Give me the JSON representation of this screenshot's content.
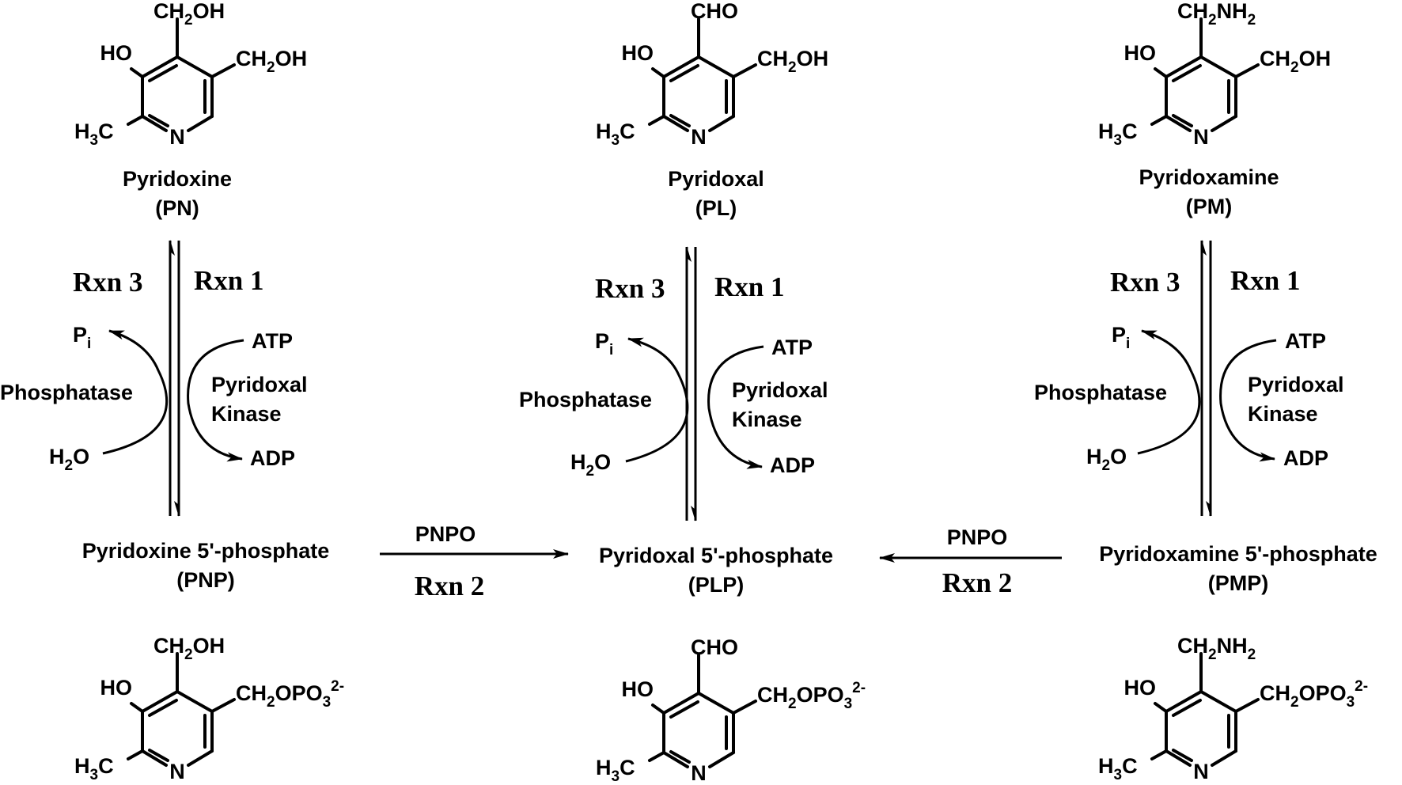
{
  "colors": {
    "ink": "#000000",
    "background": "#ffffff"
  },
  "atoms": {
    "ring_n": "N",
    "hydroxyl": "HO"
  },
  "groups": {
    "ch2oh": {
      "base": "CH",
      "sub": "2",
      "tail": "OH"
    },
    "cho": "CHO",
    "ch2nh2": {
      "base": "CH",
      "sub": "2",
      "tail": "NH",
      "tail_sub": "2"
    },
    "ch3": {
      "base": "H",
      "sub": "3",
      "tail": "C"
    },
    "ch2opo3": {
      "base": "CH",
      "sub": "2",
      "tail": "OPO",
      "tail_sub": "3",
      "sup": "2-"
    }
  },
  "compounds": {
    "pn": {
      "name": "Pyridoxine",
      "abbr": "(PN)"
    },
    "pl": {
      "name": "Pyridoxal",
      "abbr": "(PL)"
    },
    "pm": {
      "name": "Pyridoxamine",
      "abbr": "(PM)"
    },
    "pnp": {
      "name": "Pyridoxine 5'-phosphate",
      "abbr": "(PNP)"
    },
    "plp": {
      "name": "Pyridoxal 5'-phosphate",
      "abbr": "(PLP)"
    },
    "pmp": {
      "name": "Pyridoxamine 5'-phosphate",
      "abbr": "(PMP)"
    }
  },
  "reactions": {
    "rxn1": "Rxn 1",
    "rxn2": "Rxn 2",
    "rxn3": "Rxn 3",
    "phosphatase": "Phosphatase",
    "kinase_line1": "Pyridoxal",
    "kinase_line2": "Kinase",
    "pnpo": "PNPO"
  },
  "cofactors": {
    "atp": "ATP",
    "adp": "ADP",
    "pi": {
      "base": "P",
      "sub": "i"
    },
    "water": {
      "base": "H",
      "sub": "2",
      "tail": "O"
    }
  }
}
